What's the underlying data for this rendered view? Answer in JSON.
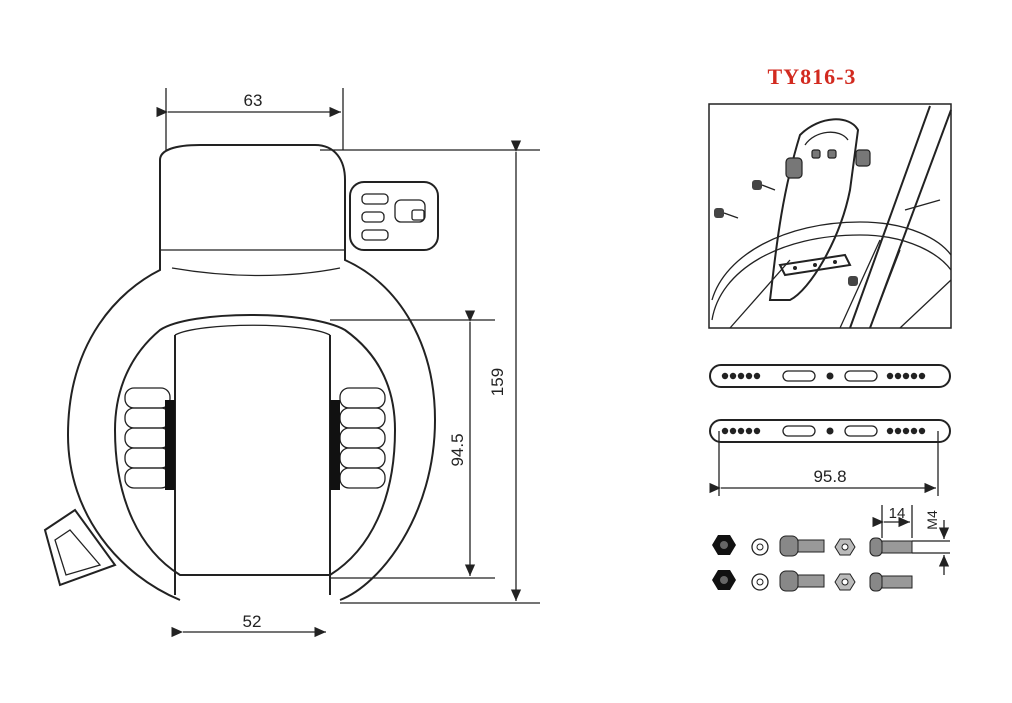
{
  "model_title": "TY816-3",
  "colors": {
    "title": "#d22a1f",
    "line": "#222222",
    "background": "#ffffff"
  },
  "lock_drawing": {
    "dimensions": {
      "top_width": "63",
      "total_height": "159",
      "inner_height": "94.5",
      "bottom_width": "52"
    }
  },
  "bracket_drawing": {
    "dimensions": {
      "plate_length": "95.8",
      "bolt_length": "14",
      "thread": "M4"
    }
  }
}
